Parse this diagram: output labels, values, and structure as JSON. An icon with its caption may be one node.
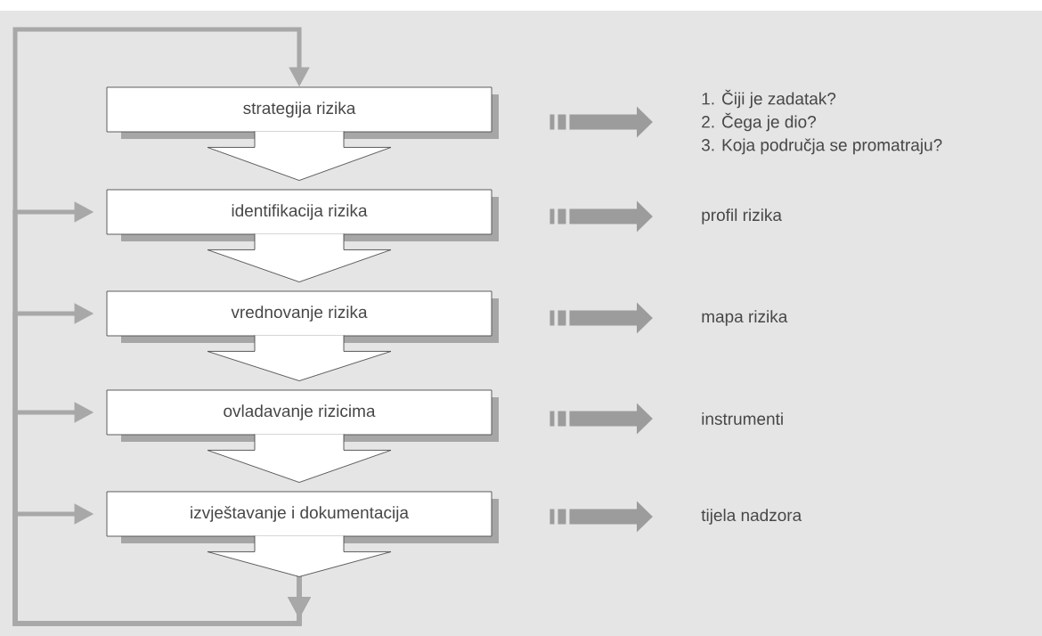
{
  "diagram": {
    "nodes": [
      {
        "text": [
          "strategija rizika"
        ]
      },
      {
        "text": [
          "identifikacija rizika"
        ]
      },
      {
        "text": [
          "vrednovanje rizika"
        ]
      },
      {
        "text": [
          "ovladavanje rizicima"
        ]
      },
      {
        "text": [
          "izvještavanje i dokumentacija"
        ]
      },
      {
        "text": [
          "1. Čiji je zadatak?",
          "2. Čega je dio?",
          "3. Koja područja se promatraju?"
        ]
      },
      {
        "text": [
          "profil rizika"
        ]
      },
      {
        "text": [
          "mapa rizika"
        ]
      },
      {
        "text": [
          "instrumenti"
        ]
      },
      {
        "text": [
          "tijela nadzora"
        ]
      }
    ],
    "edges": [
      {
        "from": 0,
        "to": 1,
        "arrow": "to"
      },
      {
        "from": 1,
        "to": 2,
        "arrow": "to"
      },
      {
        "from": 2,
        "to": 3,
        "arrow": "to"
      },
      {
        "from": 3,
        "to": 4,
        "arrow": "to"
      },
      {
        "from": 0,
        "to": 5,
        "arrow": "to",
        "style": "dashed",
        "color": "#9c9c9c"
      },
      {
        "from": 1,
        "to": 6,
        "arrow": "to",
        "style": "dashed",
        "color": "#9c9c9c"
      },
      {
        "from": 2,
        "to": 7,
        "arrow": "to",
        "style": "dashed",
        "color": "#9c9c9c"
      },
      {
        "from": 3,
        "to": 8,
        "arrow": "to",
        "style": "dashed",
        "color": "#9c9c9c"
      },
      {
        "from": 4,
        "to": 9,
        "arrow": "to",
        "style": "dashed",
        "color": "#9c9c9c"
      },
      {
        "from": 4,
        "to": 0,
        "arrow": "to",
        "color": "#a8a8a8"
      },
      {
        "from": 4,
        "to": 1,
        "arrow": "to",
        "color": "#a8a8a8"
      },
      {
        "from": 4,
        "to": 2,
        "arrow": "to",
        "color": "#a8a8a8"
      },
      {
        "from": 4,
        "to": 3,
        "arrow": "to",
        "color": "#a8a8a8"
      },
      {
        "from": 4,
        "to": 4,
        "arrow": "to",
        "color": "#a8a8a8"
      }
    ]
  }
}
